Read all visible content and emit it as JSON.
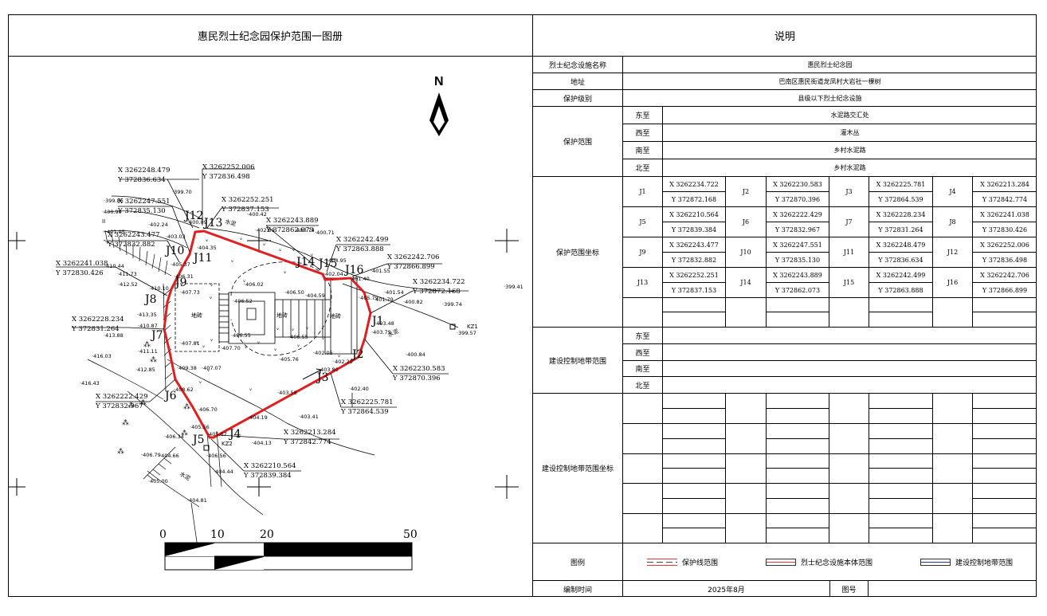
{
  "header": {
    "map_title": "惠民烈士纪念园保护范围一图册",
    "notes_title": "说明"
  },
  "info": {
    "name_label": "烈士纪念设施名称",
    "name_value": "惠民烈士纪念园",
    "address_label": "地址",
    "address_value": "巴南区惠民街道龙凤村大岩社一棵树",
    "level_label": "保护级别",
    "level_value": "县级以下烈士纪念设施"
  },
  "protection_range": {
    "label": "保护范围",
    "rows": [
      {
        "dir": "东至",
        "value": "水泥路交汇处"
      },
      {
        "dir": "西至",
        "value": "灌木丛"
      },
      {
        "dir": "南至",
        "value": "乡村水泥路"
      },
      {
        "dir": "北至",
        "value": "乡村水泥路"
      }
    ]
  },
  "coords": {
    "label": "保护范围坐标",
    "points": [
      {
        "id": "J1",
        "x": "X 3262234.722",
        "y": "Y 372872.168"
      },
      {
        "id": "J2",
        "x": "X 3262230.583",
        "y": "Y 372870.396"
      },
      {
        "id": "J3",
        "x": "X 3262225.781",
        "y": "Y 372864.539"
      },
      {
        "id": "J4",
        "x": "X 3262213.284",
        "y": "Y 372842.774"
      },
      {
        "id": "J5",
        "x": "X 3262210.564",
        "y": "Y 372839.384"
      },
      {
        "id": "J6",
        "x": "X 3262222.429",
        "y": "Y 372832.967"
      },
      {
        "id": "J7",
        "x": "X 3262228.234",
        "y": "Y 372831.264"
      },
      {
        "id": "J8",
        "x": "X 3262241.038",
        "y": "Y 372830.426"
      },
      {
        "id": "J9",
        "x": "X 3262243.477",
        "y": "Y 372832.882"
      },
      {
        "id": "J10",
        "x": "X 3262247.551",
        "y": "Y 372835.130"
      },
      {
        "id": "J11",
        "x": "X 3262248.479",
        "y": "Y 372836.634"
      },
      {
        "id": "J12",
        "x": "X 3262252.006",
        "y": "Y 372836.498"
      },
      {
        "id": "J13",
        "x": "X 3262252.251",
        "y": "Y 372837.153"
      },
      {
        "id": "J14",
        "x": "X 3262243.889",
        "y": "Y 372862.073"
      },
      {
        "id": "J15",
        "x": "X 3262242.499",
        "y": "Y 372863.888"
      },
      {
        "id": "J16",
        "x": "X 3262242.706",
        "y": "Y 372866.899"
      }
    ]
  },
  "control_zone": {
    "label": "建设控制地带范围",
    "rows": [
      {
        "dir": "东至"
      },
      {
        "dir": "西至"
      },
      {
        "dir": "南至"
      },
      {
        "dir": "北至"
      }
    ],
    "coords_label": "建设控制地带范围坐标"
  },
  "legend": {
    "label": "图例",
    "items": [
      {
        "text": "保护线范围",
        "color": "#e53935"
      },
      {
        "text": "烈士纪念设施本体范围",
        "color": "#e53935"
      },
      {
        "text": "建设控制地带范围",
        "color": "#1f3a93"
      }
    ]
  },
  "footer": {
    "date_label": "编制时间",
    "date_value": "2025年8月",
    "figno_label": "图号",
    "figno_value": ""
  },
  "map": {
    "north": "N",
    "scale_labels": [
      "0",
      "10",
      "20",
      "50"
    ],
    "boundary_color": "#e02020",
    "labels": {
      "dizhuan": "地砖",
      "shuini": "水泥",
      "kz1": "KZ1",
      "kz2": "KZ2",
      "ii": "II"
    },
    "pt_labels": [
      "J1",
      "J2",
      "J3",
      "J4",
      "J5",
      "J6",
      "J7",
      "J8",
      "J9",
      "J10",
      "J11",
      "J12",
      "J13",
      "J14",
      "J15",
      "J16"
    ],
    "elev": [
      "399.41",
      "399.57",
      "399.74",
      "400.82",
      "401.54",
      "401.79",
      "403.48",
      "403.79",
      "400.84",
      "402.29",
      "402.05",
      "403.80",
      "403.58",
      "402.40",
      "403.41",
      "404.13",
      "404.19",
      "405.56",
      "405.67",
      "406.70",
      "408.62",
      "409.38",
      "407.07",
      "411.11",
      "410.87",
      "412.85",
      "413.35",
      "413.88",
      "416.03",
      "416.43",
      "406.34",
      "406.79",
      "404.66",
      "405.00",
      "404.44",
      "404.81",
      "406.56",
      "412.52",
      "411.73",
      "410.44",
      "405.37",
      "406.31",
      "407.73",
      "407.81",
      "407.70",
      "406.55",
      "406.52",
      "406.02",
      "406.50",
      "406.55",
      "404.59",
      "404.95",
      "405.79",
      "402.04",
      "401.40",
      "401.55",
      "400.74",
      "400.71",
      "402.24",
      "403.03",
      "404.35",
      "400.09",
      "400.42",
      "399.70",
      "399.86",
      "400.90",
      "401.05",
      "410.10",
      "405.76",
      "402.69"
    ]
  }
}
